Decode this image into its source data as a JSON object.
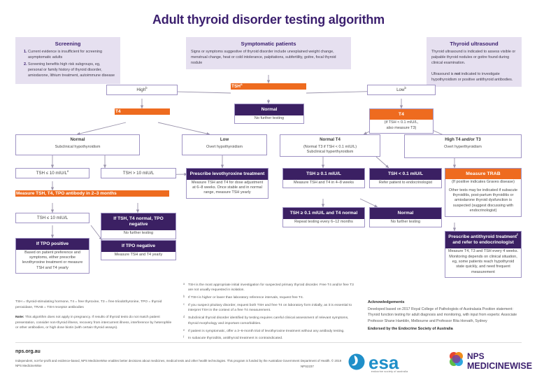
{
  "title": "Adult thyroid disorder testing algorithm",
  "panels": {
    "screening": {
      "title": "Screening",
      "items": [
        "Current evidence is insufficient for screening asymptomatic adults",
        "Screening benefits high risk subgroups, eg, personal or family history of thyroid disorder, amiodarone, lithium treatment, autoimmune disease"
      ]
    },
    "symptomatic": {
      "title": "Symptomatic patients",
      "text": "Signs or symptoms suggestive of thyroid disorder include unexplained weight change, menstrual change, heat or cold intolerance, palpitations, subfertility, goitre, focal thyroid nodule"
    },
    "ultrasound": {
      "title": "Thyroid ultrasound",
      "text1": "Thyroid ultrasound is indicated to assess visible or palpable thyroid nodules or goitre found during clinical examination.",
      "text2_pre": "Ultrasound is ",
      "text2_bold": "not",
      "text2_post": " indicated to investigate hypothyroidism or positive antithyroid antibodies."
    }
  },
  "nodes": {
    "tsh": {
      "label": "TSH",
      "sup": "a"
    },
    "high": {
      "label": "High",
      "sup": "b"
    },
    "low": {
      "label": "Low",
      "sup": "b"
    },
    "normal_top": {
      "header": "Normal",
      "body": "No further testing"
    },
    "t4_left": {
      "label": "T4"
    },
    "t4_right": {
      "label": "T4",
      "body_line1": "(if TSH < 0.1 mIU/L,",
      "body_line2": "also measure T3)"
    },
    "normal_sub": {
      "header": "Normal",
      "body": "Subclinical hypothyroidism",
      "body_sup": "d"
    },
    "low_overt": {
      "header": "Low",
      "body": "Overt hypothyroidism"
    },
    "normal_t4": {
      "header": "Normal T4",
      "line2": "(Normal T3 if TSH < 0.1 mIU/L)",
      "line3": "Subclinical hyperthyroidism",
      "line3_sup": "d"
    },
    "high_t4_t3": {
      "header": "High T4 and/or T3",
      "body": "Overt hyperthyroidism"
    },
    "tsh_le10": {
      "label": "TSH ≤ 10 mIU/L",
      "sup": "e"
    },
    "tsh_gt10": {
      "label": "TSH > 10 mIU/L"
    },
    "prescribe_levo": {
      "header": "Prescribe levothyroxine treatment",
      "body": "Measure TSH and T4 for dose adjustment at 6–8 weeks. Once stable and in normal range, measure TSH yearly"
    },
    "tsh_ge01_a": {
      "header": "TSH ≥ 0.1 mIU/L",
      "body": "Measure TSH and T4 in 4–8 weeks"
    },
    "tsh_lt01": {
      "header": "TSH < 0.1 mIU/L",
      "body": "Refer patient to endocrinologist"
    },
    "measure_trab": {
      "header": "Measure TRAB",
      "body1": "(If positive indicates Graves disease)",
      "body2": "Other tests may be indicated if subacute thyroiditis, post-partum thyroiditis or amiodarone thyroid dysfunction is suspected (suggest discussing with endocrinologist)"
    },
    "measure_tsh_23": {
      "label": "Measure TSH, T4, TPO antibody in 2–3 months"
    },
    "tsh_le10_b": {
      "label": "TSH ≤ 10 mIU/L"
    },
    "tsh_t4_normal": {
      "header": "If TSH, T4 normal, TPO negative",
      "body": "No further testing"
    },
    "tsh_ge01_t4": {
      "header": "TSH ≥ 0.1 mIU/L and T4 normal",
      "body": "Repeat testing every 6–12 months"
    },
    "normal_no_further": {
      "header": "Normal",
      "body": "No further testing"
    },
    "tpo_positive": {
      "header": "If TPO positive",
      "body": "Based on patient preference and symptoms, either prescribe levothyroxine treatment or measure TSH and T4 yearly"
    },
    "tpo_negative": {
      "header": "If TPO negative",
      "body": "Measure TSH and T4 yearly"
    },
    "prescribe_anti": {
      "header": "Prescribe antithyroid treatment",
      "header_sup": "f",
      "header2": " and refer to endocrinologist",
      "body": "Measure T4, T3 and TSH every 4 weeks. Monitoring depends on clinical situation, eg, some patients reach hypothyroid state quickly, and need frequent measurement"
    }
  },
  "footnotes": {
    "abbrev": "TSH = thyroid-stimulating hormone, T4 = free thyroxine, T3 = free triiodothyronine, TPO = thyroid peroxidase, TRAB = TSH receptor antibodies",
    "note_label": "Note:",
    "note_text": " This algorithm does not apply in pregnancy. If results of thyroid tests do not match patient presentation, consider non-thyroid illness, recovery from intercurrent illness, interference by heterophile or other antibodies, or high dose biotin (with certain thyroid assays).",
    "items": [
      {
        "mark": "a",
        "text": "TSH is the most appropriate initial investigation for suspected primary thyroid disorder. Free T4 and/or free T3 are not usually requested in isolation."
      },
      {
        "mark": "b",
        "text": "If TSH is higher or lower than laboratory reference intervals, request free T4."
      },
      {
        "mark": "c",
        "text": "If you suspect pituitary disorder, request both TSH and free T4 on laboratory form initially, as it is essential to interpret TSH in the context of a free T4 measurement."
      },
      {
        "mark": "d",
        "text": "Subclinical thyroid disorder identified by testing requires careful clinical assessment of relevant symptoms, thyroid morphology and important comorbidities."
      },
      {
        "mark": "e",
        "text": "If patient is symptomatic, offer a 3–6-month trial of levothyroxine treatment without any antibody testing."
      },
      {
        "mark": "f",
        "text": "In subacute thyroiditis, antithyroid treatment is contraindicated."
      }
    ]
  },
  "acknowledgements": {
    "title": "Acknowledgements",
    "body": "Developed based on 2017 Royal College of Pathologists of Australasia Position statement: Thyroid function testing for adult diagnosis and monitoring, with input from experts: Associate Professor Shane Hamblin, Melbourne and Professor Rita Horvath, Sydney",
    "endorsement": "Endorsed by the Endocrine Society of Australia"
  },
  "footer": {
    "url": "nps.org.au",
    "disclaimer": "Independent, not-for-profit and evidence-based, NPS MedicineWise enables better decisions about medicines, medical tests and other health technologies. This program is funded by the Australian Government Department of Health. © 2019 NPS MedicineWise",
    "code": "NPS2237",
    "esa_name": "esa",
    "esa_caption": "endocrine society of australia",
    "nmw_line1": "NPS",
    "nmw_line2": "MEDICINEWISE"
  },
  "colors": {
    "orange": "#ee6b1f",
    "purple": "#3b2063",
    "title_purple": "#3b1f6e",
    "panel_bg": "#e6e0f0",
    "border": "#9f93c4",
    "arrow": "#9a93ab"
  }
}
